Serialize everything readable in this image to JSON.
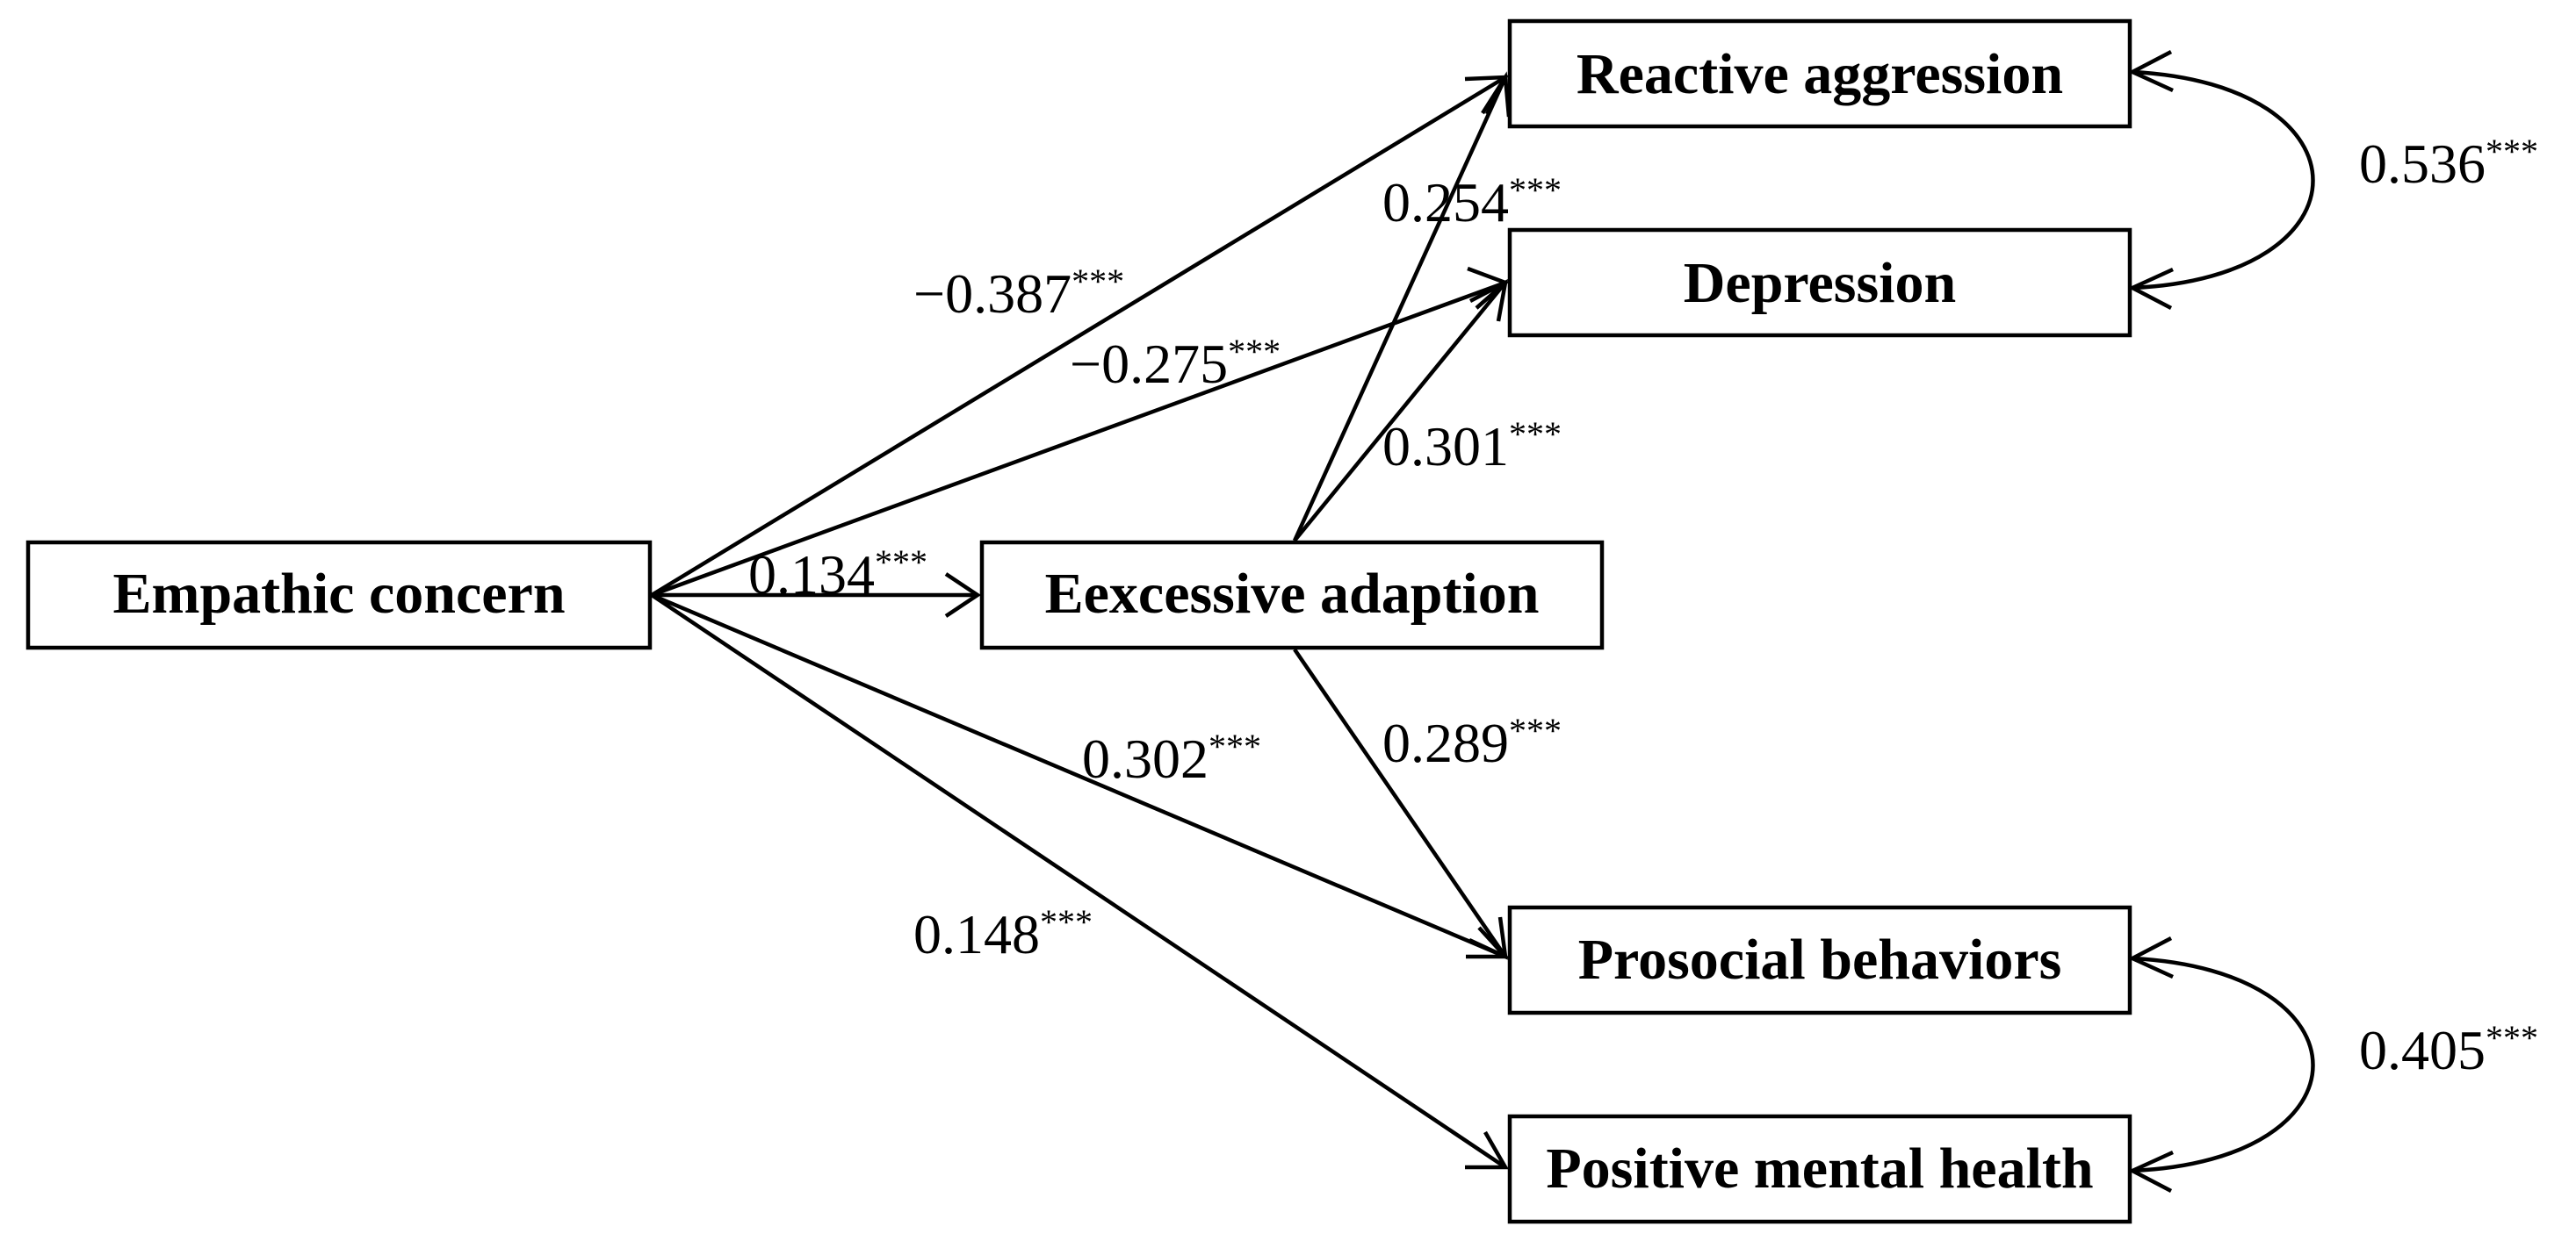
{
  "nodes": {
    "empathic": "Empathic concern",
    "excessive": "Eexcessive adaption",
    "reactive": "Reactive aggression",
    "depression": "Depression",
    "prosocial": "Prosocial behaviors",
    "positive": "Positive mental health"
  },
  "paths": [
    {
      "from": "Empathic concern",
      "to": "Reactive aggression",
      "coef": "−0.387",
      "sig": "***"
    },
    {
      "from": "Empathic concern",
      "to": "Depression",
      "coef": "−0.275",
      "sig": "***"
    },
    {
      "from": "Empathic concern",
      "to": "Eexcessive adaption",
      "coef": "0.134",
      "sig": "***"
    },
    {
      "from": "Empathic concern",
      "to": "Prosocial behaviors",
      "coef": "0.302",
      "sig": "***"
    },
    {
      "from": "Empathic concern",
      "to": "Positive mental health",
      "coef": "0.148",
      "sig": "***"
    },
    {
      "from": "Eexcessive adaption",
      "to": "Reactive aggression",
      "coef": "0.254",
      "sig": "***"
    },
    {
      "from": "Eexcessive adaption",
      "to": "Depression",
      "coef": "0.301",
      "sig": "***"
    },
    {
      "from": "Eexcessive adaption",
      "to": "Prosocial behaviors",
      "coef": "0.289",
      "sig": "***"
    }
  ],
  "correlations": [
    {
      "between": [
        "Reactive aggression",
        "Depression"
      ],
      "coef": "0.536",
      "sig": "***"
    },
    {
      "between": [
        "Prosocial behaviors",
        "Positive mental health"
      ],
      "coef": "0.405",
      "sig": "***"
    }
  ]
}
